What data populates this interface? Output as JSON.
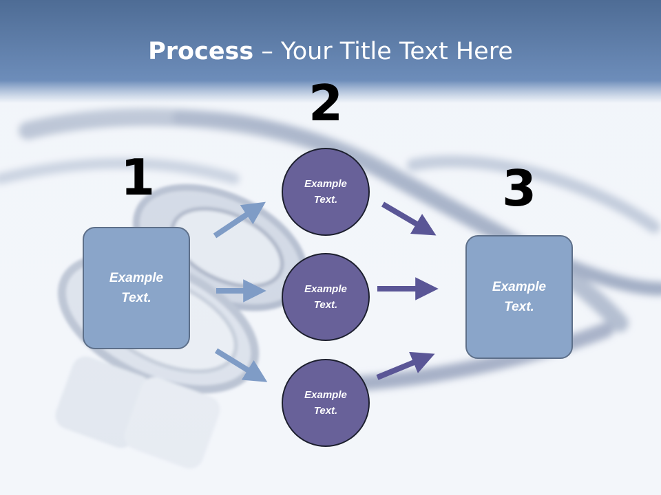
{
  "slide": {
    "title_bold": "Process",
    "title_rest": " – Your Title Text Here"
  },
  "steps": [
    {
      "number": "1"
    },
    {
      "number": "2"
    },
    {
      "number": "3"
    }
  ],
  "input_box": {
    "label": "Example\nText."
  },
  "circles": [
    {
      "label": "Example\nText."
    },
    {
      "label": "Example\nText."
    },
    {
      "label": "Example\nText."
    }
  ],
  "output_box": {
    "label": "Example\nText."
  },
  "colors": {
    "box_fill": "#8aa5c9",
    "circle_fill": "#686199",
    "left_arrow": "#7f9cc6",
    "right_arrow": "#5a5696",
    "header": "#6a8bb5"
  }
}
